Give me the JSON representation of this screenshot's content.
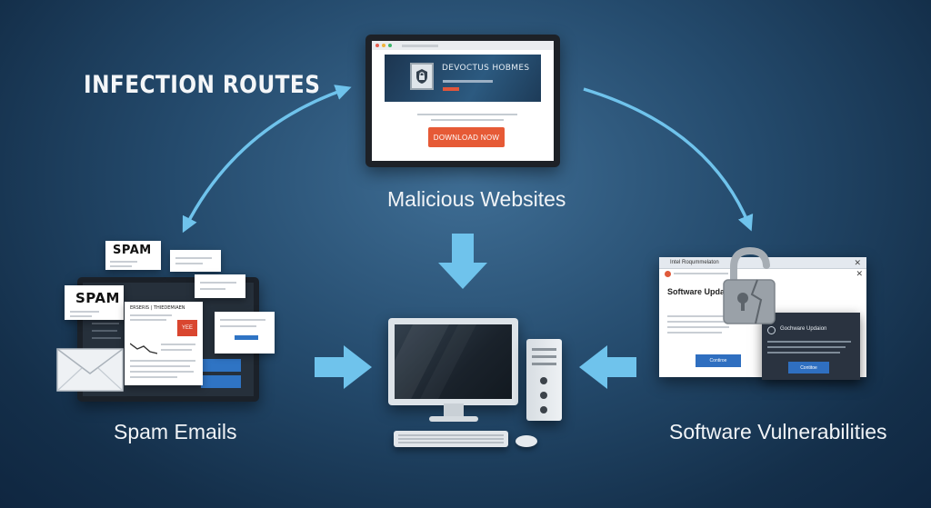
{
  "title": "INFECTION ROUTES",
  "routes": {
    "websites": {
      "label": "Malicious Websites",
      "hero_title": "DEVOCTUS HOBMES",
      "download_button": "DOWNLOAD NOW"
    },
    "spam": {
      "label": "Spam Emails",
      "tag_1": "SPAM",
      "tag_2": "SPAM",
      "doc_heading": "ERSERIS | THIEDEMIAEN",
      "doc_badge": "YEE"
    },
    "software": {
      "label": "Software Vulnerabilities",
      "window_title": "Intel Roqummelaton",
      "window_heading": "Software Update",
      "dialog_title": "Gochware Updaion",
      "button_left": "Contiroe",
      "button_right": "Contitoe"
    }
  },
  "colors": {
    "arrow": "#6fc3ec",
    "accent_orange": "#e65a36",
    "accent_blue": "#2f74c4",
    "background_dark": "#142f4a"
  },
  "icons": [
    "envelope-icon",
    "padlock-broken-icon",
    "shield-lock-icon",
    "computer-icon"
  ]
}
